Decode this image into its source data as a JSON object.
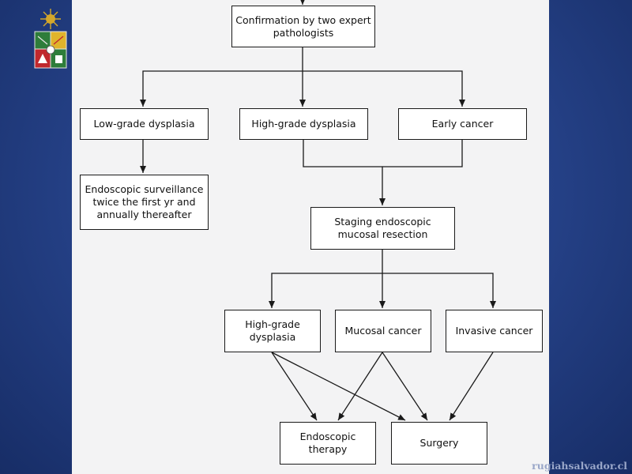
{
  "watermark": "rugiahsalvador.cl",
  "nodes": {
    "confirmation": "Confirmation by two expert\npathologists",
    "low_grade": "Low-grade dysplasia",
    "high_grade_top": "High-grade dysplasia",
    "early_cancer": "Early cancer",
    "surveillance": "Endoscopic surveillance\ntwice the first yr and\nannually thereafter",
    "staging": "Staging endoscopic\nmucosal resection",
    "high_grade_bottom": "High-grade\ndysplasia",
    "mucosal_cancer": "Mucosal cancer",
    "invasive_cancer": "Invasive cancer",
    "endoscopic_therapy": "Endoscopic\ntherapy",
    "surgery": "Surgery"
  },
  "edges": [
    {
      "from": "confirmation",
      "to": "low_grade"
    },
    {
      "from": "confirmation",
      "to": "high_grade_top"
    },
    {
      "from": "confirmation",
      "to": "early_cancer"
    },
    {
      "from": "low_grade",
      "to": "surveillance"
    },
    {
      "from": "high_grade_top",
      "to": "staging"
    },
    {
      "from": "early_cancer",
      "to": "staging"
    },
    {
      "from": "staging",
      "to": "high_grade_bottom"
    },
    {
      "from": "staging",
      "to": "mucosal_cancer"
    },
    {
      "from": "staging",
      "to": "invasive_cancer"
    },
    {
      "from": "high_grade_bottom",
      "to": "endoscopic_therapy"
    },
    {
      "from": "high_grade_bottom",
      "to": "surgery"
    },
    {
      "from": "mucosal_cancer",
      "to": "endoscopic_therapy"
    },
    {
      "from": "mucosal_cancer",
      "to": "surgery"
    },
    {
      "from": "invasive_cancer",
      "to": "surgery"
    }
  ],
  "colors": {
    "background": "#27448c",
    "slide": "#f3f3f4",
    "line": "#1a1a1a",
    "watermark": "#9aa7c9"
  }
}
